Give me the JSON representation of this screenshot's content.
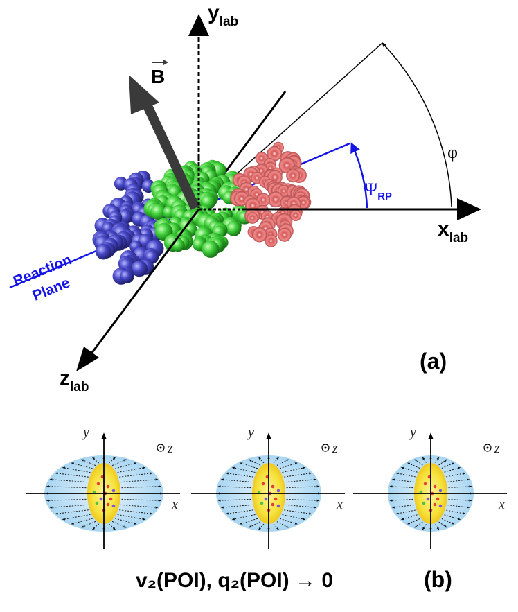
{
  "panel_a": {
    "y_axis": {
      "main": "y",
      "sub": "lab"
    },
    "x_axis": {
      "main": "x",
      "sub": "lab"
    },
    "z_axis": {
      "main": "z",
      "sub": "lab"
    },
    "b_field": "B",
    "psi_rp": {
      "main": "Ψ",
      "sub": "RP"
    },
    "phi": "φ",
    "reaction_plane": [
      "Reaction",
      "Plane"
    ],
    "label": "(a)",
    "colors": {
      "plane": "#1414e6",
      "participants": "#3fcf3a",
      "left_spectators": "#4747c7",
      "right_spectators": "#d65a5a"
    }
  },
  "panel_b": {
    "y": "y",
    "x": "x",
    "z": "z",
    "caption": "v₂(POI), q₂(POI) → 0",
    "label": "(b)",
    "colors": {
      "outer": "#bfe0f5",
      "core": "#f6e23c"
    }
  }
}
